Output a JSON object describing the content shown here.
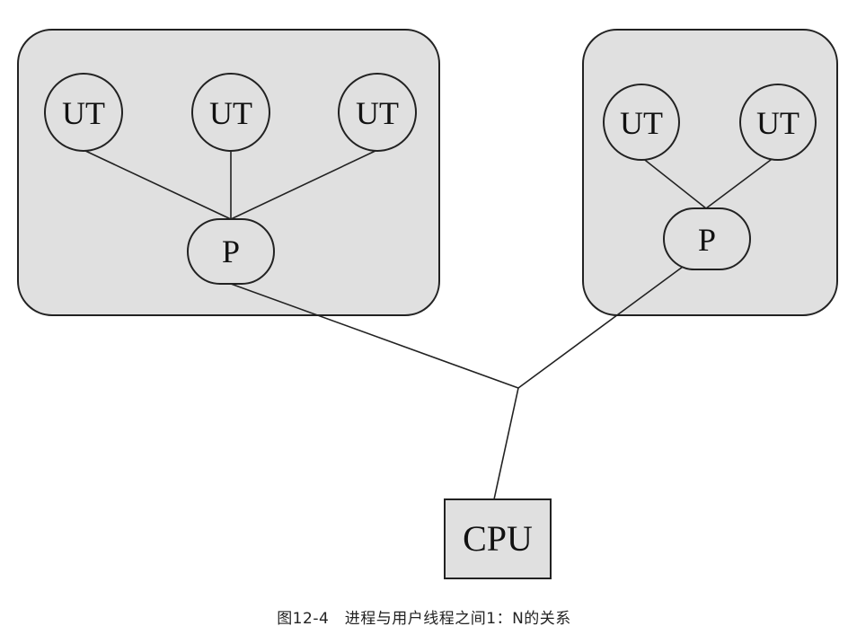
{
  "diagram": {
    "process_a": {
      "threads": [
        "UT",
        "UT",
        "UT"
      ],
      "process": "P"
    },
    "process_b": {
      "threads": [
        "UT",
        "UT"
      ],
      "process": "P"
    },
    "cpu": "CPU"
  },
  "caption": "图12-4　进程与用户线程之间1：N的关系"
}
